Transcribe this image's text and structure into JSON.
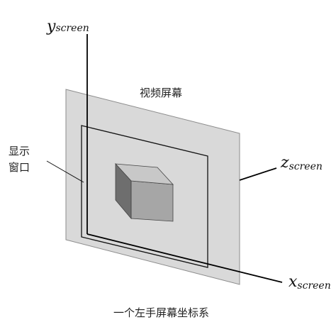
{
  "labels": {
    "screen": "视频屏幕",
    "display_window_line1": "显示",
    "display_window_line2": "窗口",
    "caption": "一个左手屏幕坐标系"
  },
  "axes": {
    "y": {
      "main": "y",
      "sub": "screen"
    },
    "z": {
      "main": "z",
      "sub": "screen"
    },
    "x": {
      "main": "x",
      "sub": "screen"
    }
  },
  "colors": {
    "screen_fill": "#d9d9d9",
    "screen_stroke": "#8c8c8c",
    "window_fill": "#dcdcdc",
    "cube_front": "#a6a6a6",
    "cube_top": "#c8c8c8",
    "cube_side": "#6e6e6e",
    "axis": "#000000"
  }
}
